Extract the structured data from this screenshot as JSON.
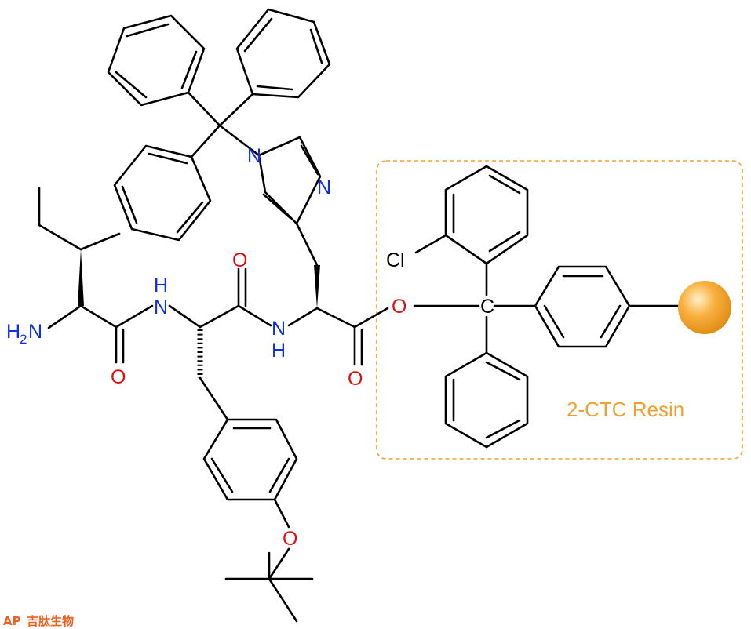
{
  "colors": {
    "bond": "#000000",
    "nitrogen": "#1030e0",
    "oxygen": "#e01010",
    "resin_accent": "#f0a030",
    "logo": "#f06020"
  },
  "atoms": {
    "h2n_h": "H",
    "h2n_sub": "2",
    "h2n_n": "N",
    "nh": "N",
    "h": "H",
    "n": "N",
    "o": "O",
    "cl": "Cl",
    "c": "C"
  },
  "resin": {
    "label": "2-CTC Resin",
    "bead_icon": "resin-bead"
  },
  "logo": {
    "mark": "AP",
    "text": "吉肽生物"
  }
}
